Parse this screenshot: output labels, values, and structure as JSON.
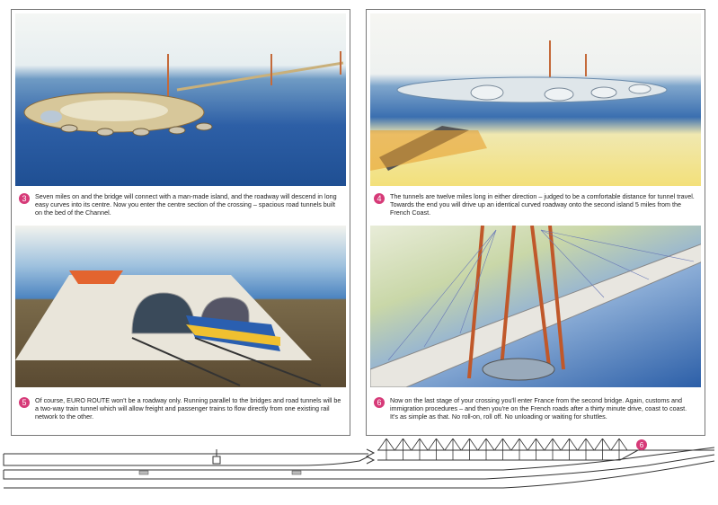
{
  "colors": {
    "accent": "#d63a78",
    "sea": "#2d5fa6",
    "sky": "#e8eef0"
  },
  "panels": [
    {
      "number": "3",
      "illustration": "artificial-island-with-bridge",
      "lines": [
        "Seven miles on and the bridge will connect with a man-made island, and the roadway will descend in long easy curves into its centre. Now you enter the centre section of the crossing – spacious road tunnels built on the bed of the Channel."
      ]
    },
    {
      "number": "4",
      "illustration": "tunnel-to-second-island",
      "lines": [
        "The tunnels are twelve miles long in either direction – judged to be a comfortable distance for tunnel travel. Towards the end you will drive up an identical curved roadway onto the second island 5 miles from the French Coast."
      ]
    },
    {
      "number": "5",
      "illustration": "train-tunnel",
      "lines": [
        "Of course, EURO ROUTE won't be a roadway only. Running parallel to the bridges and road tunnels will be a two-way train tunnel which will allow freight and passenger trains to flow directly from one existing rail network to the other."
      ]
    },
    {
      "number": "6",
      "illustration": "cable-stayed-bridge-to-france",
      "lines": [
        "Now on the last stage of your crossing you'll enter France from the second bridge. Again, customs and immigration procedures – and then you're on the French roads after a thirty minute drive, coast to coast.",
        "It's as simple as that. No roll-on, roll off. No unloading or waiting for shuttles."
      ]
    }
  ],
  "diagram": {
    "marker": "6"
  }
}
